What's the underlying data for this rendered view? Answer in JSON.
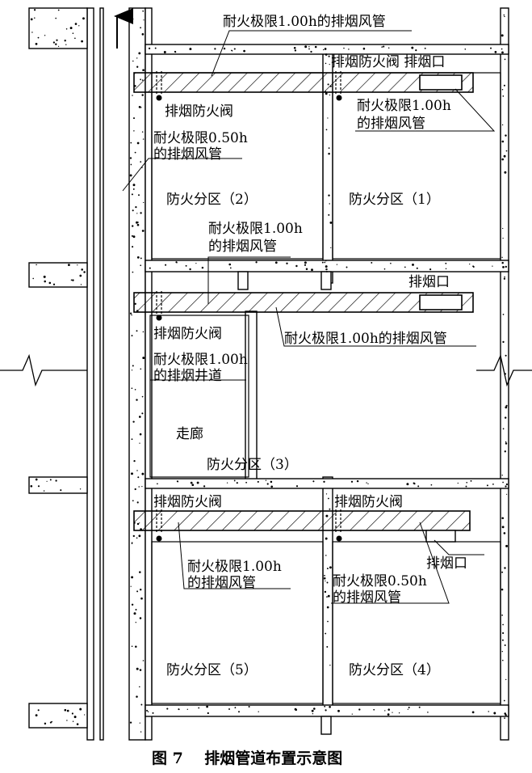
{
  "diagram": {
    "caption": "图 7    排烟管道布置示意图",
    "arrow_direction": "up",
    "floor1": {
      "duct_label": "耐火极限1.00h的排烟风管",
      "damper_left": "排烟防火阀",
      "damper_right_and_outlet": "排烟防火阀 排烟口",
      "left_duct_line1": "耐火极限0.50h",
      "left_duct_line2": "的排烟风管",
      "right_duct_line1": "耐火极限1.00h",
      "right_duct_line2": "的排烟风管",
      "zone_left": "防火分区（2）",
      "zone_right": "防火分区（1）"
    },
    "floor2": {
      "upper_duct_line1": "耐火极限1.00h",
      "upper_duct_line2": "的排烟风管",
      "outlet": "排烟口",
      "damper": "排烟防火阀",
      "main_duct_label": "耐火极限1.00h的排烟风管",
      "shaft_line1": "耐火极限1.00h",
      "shaft_line2": "的排烟井道",
      "corridor": "走廊",
      "zone": "防火分区（3）"
    },
    "floor3": {
      "damper_left": "排烟防火阀",
      "damper_right": "排烟防火阀",
      "outlet": "排烟口",
      "left_duct_line1": "耐火极限1.00h",
      "left_duct_line2": "的排烟风管",
      "right_duct_line1": "耐火极限0.50h",
      "right_duct_line2": "的排烟风管",
      "zone_left": "防火分区（5）",
      "zone_right": "防火分区（4）"
    }
  }
}
